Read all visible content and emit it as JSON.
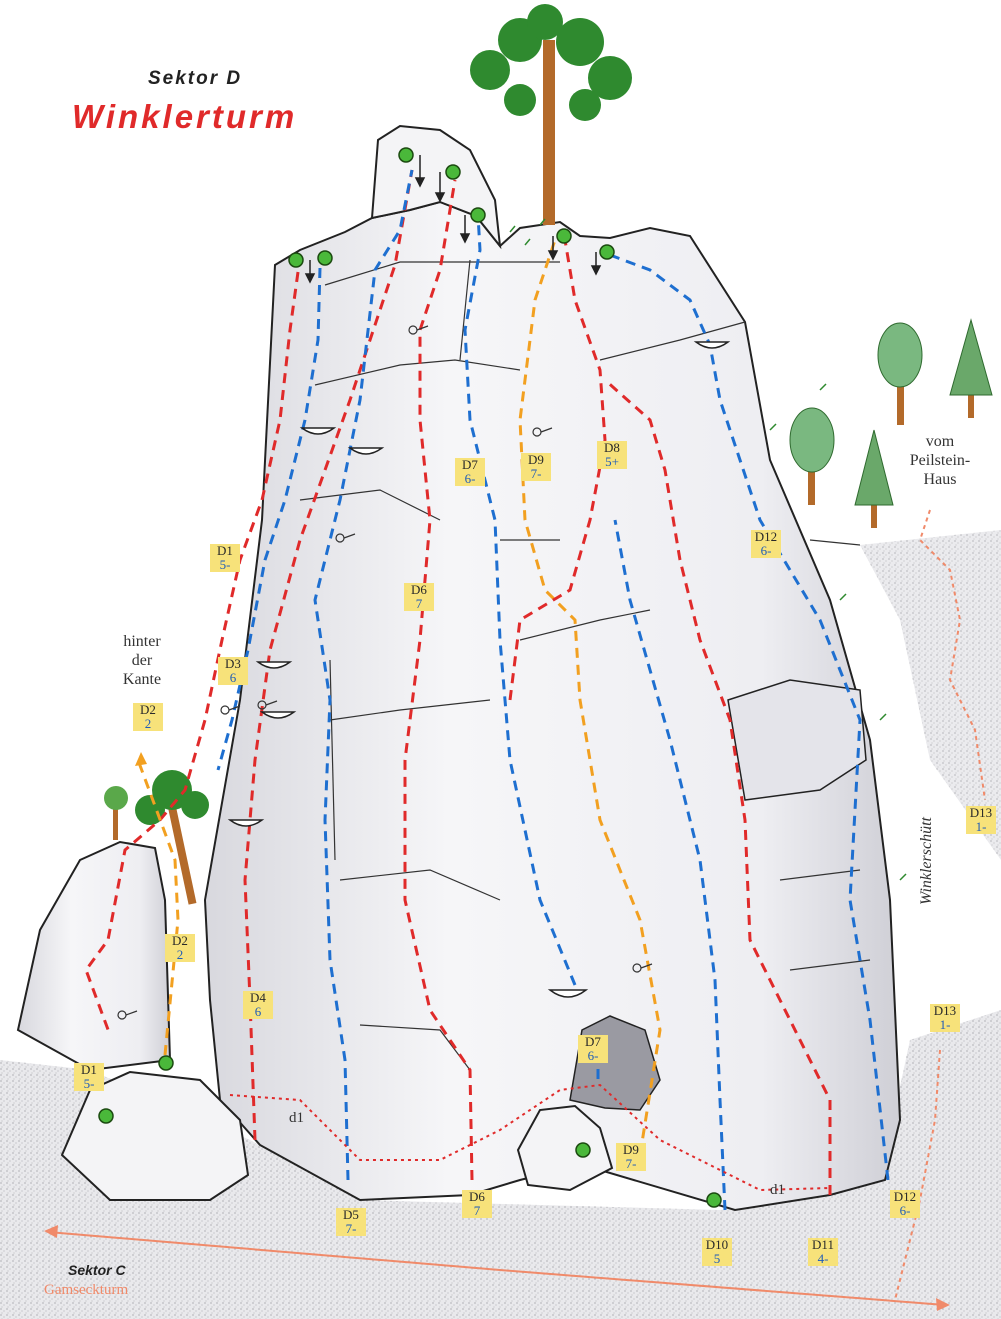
{
  "title": {
    "sector": "Sektor D",
    "name": "Winklerturm"
  },
  "footer": {
    "sector": "Sektor C",
    "neighbour": "Gamseckturm"
  },
  "notes": {
    "behind_edge": [
      "hinter",
      "der",
      "Kante"
    ],
    "approach": [
      "vom",
      "Peilstein-",
      "Haus"
    ],
    "scree": "Winklerschütt",
    "variant_left": "d1",
    "variant_right": "d1"
  },
  "routes": [
    {
      "id": "D1",
      "grade": "5-"
    },
    {
      "id": "D1",
      "grade": "5-"
    },
    {
      "id": "D2",
      "grade": "2"
    },
    {
      "id": "D2",
      "grade": "2"
    },
    {
      "id": "D3",
      "grade": "6"
    },
    {
      "id": "D4",
      "grade": "6"
    },
    {
      "id": "D5",
      "grade": "7-"
    },
    {
      "id": "D6",
      "grade": "7"
    },
    {
      "id": "D6",
      "grade": "7"
    },
    {
      "id": "D7",
      "grade": "6-"
    },
    {
      "id": "D7",
      "grade": "6-"
    },
    {
      "id": "D8",
      "grade": "5+"
    },
    {
      "id": "D9",
      "grade": "7-"
    },
    {
      "id": "D9",
      "grade": "7-"
    },
    {
      "id": "D10",
      "grade": "5"
    },
    {
      "id": "D11",
      "grade": "4-"
    },
    {
      "id": "D12",
      "grade": "6-"
    },
    {
      "id": "D12",
      "grade": "6-"
    },
    {
      "id": "D13",
      "grade": "1-"
    },
    {
      "id": "D13",
      "grade": "1-"
    }
  ],
  "colors": {
    "route_red": "#e02a2a",
    "route_blue": "#1e6fd0",
    "route_orange": "#f2a020",
    "rock": "#f2f2f4",
    "rock_shadow": "#c9c9cf",
    "outline": "#222222",
    "label_bg": "#f7e27a",
    "anchor": "#3aa62a",
    "tree_foliage": "#2f8a2f",
    "tree_trunk": "#b36a2a",
    "path": "#f08a6a"
  },
  "icons": [
    "anchor-icon",
    "tree-icon",
    "piton-icon",
    "lower-off-arrow-icon",
    "ledge-icon"
  ]
}
